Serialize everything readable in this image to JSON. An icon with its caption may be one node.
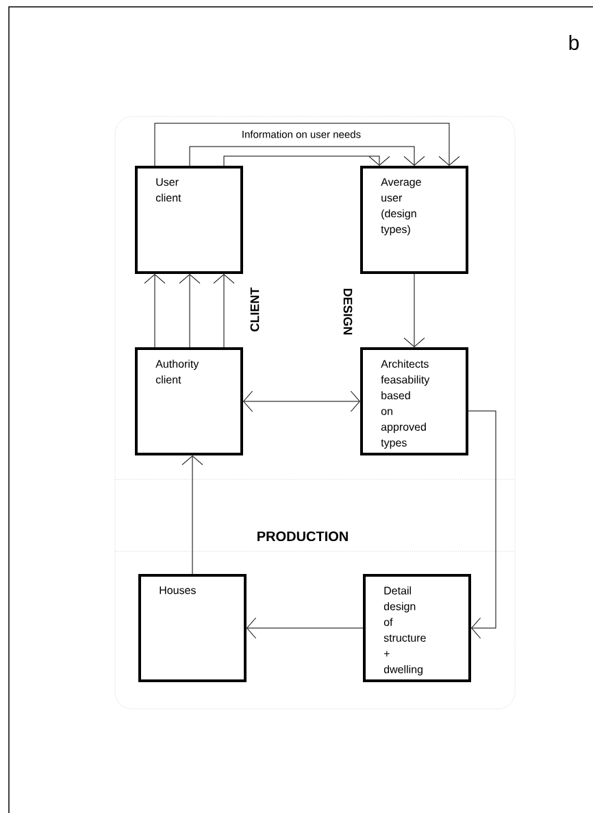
{
  "diagram": {
    "nodes": [
      {
        "text": [
          "User client"
        ]
      },
      {
        "text": [
          "Average user (design types)"
        ]
      },
      {
        "text": [
          "Authority client"
        ]
      },
      {
        "text": [
          "Architects feasability based on approved types"
        ]
      },
      {
        "text": [
          "Houses"
        ]
      },
      {
        "text": [
          "Detail design of structure + dwelling"
        ]
      }
    ],
    "edges": [
      {
        "from": 0,
        "to": 1,
        "arrow": "to",
        "label": "Information on user needs"
      },
      {
        "from": 0,
        "to": 1,
        "arrow": "to"
      },
      {
        "from": 0,
        "to": 1,
        "arrow": "to"
      },
      {
        "from": 2,
        "to": 0,
        "arrow": "to"
      },
      {
        "from": 2,
        "to": 0,
        "arrow": "to"
      },
      {
        "from": 2,
        "to": 0,
        "arrow": "to"
      },
      {
        "from": 1,
        "to": 3,
        "arrow": "to"
      },
      {
        "from": 2,
        "to": 3,
        "arrow": "both"
      },
      {
        "from": 3,
        "to": 5,
        "arrow": "to"
      },
      {
        "from": 5,
        "to": 4,
        "arrow": "to"
      },
      {
        "from": 4,
        "to": 2,
        "arrow": "to"
      }
    ],
    "labels": [
      "b",
      "CLIENT",
      "DESIGN",
      "PRODUCTION"
    ]
  }
}
